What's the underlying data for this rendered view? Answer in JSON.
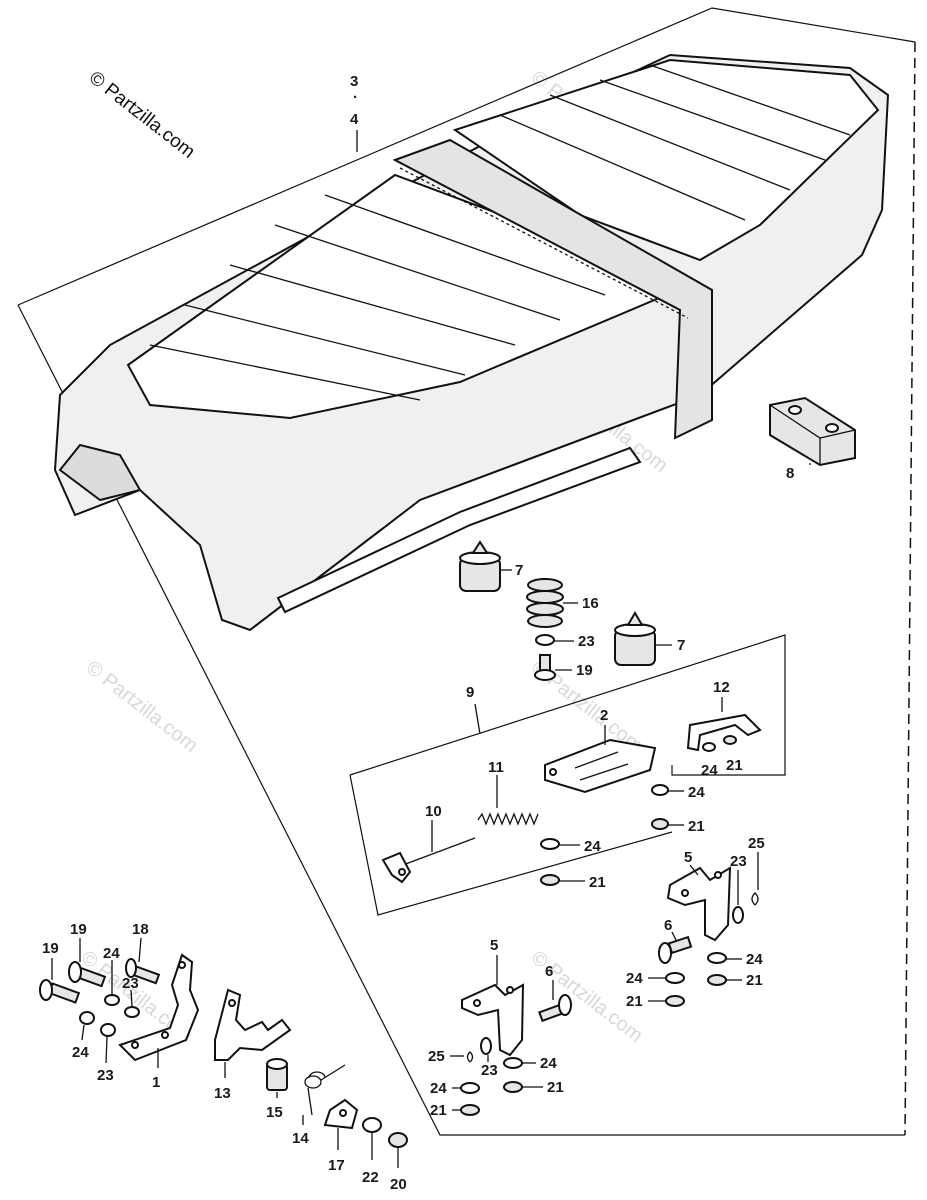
{
  "copyright": "© Partzilla.com",
  "watermark": "© Partzilla.com",
  "callouts": {
    "c34a": "3",
    "c34b": "·",
    "c34c": "4",
    "c8": "8",
    "c7a": "7",
    "c7b": "7",
    "c16": "16",
    "c23a": "23",
    "c19a": "19",
    "c9": "9",
    "c2": "2",
    "c12": "12",
    "c24a": "24",
    "c21a": "21",
    "c11": "11",
    "c10": "10",
    "c24b": "24",
    "c21b": "21",
    "c24c": "24",
    "c21c": "21",
    "c5a": "5",
    "c23b": "23",
    "c25a": "25",
    "c6a": "6",
    "c24d": "24",
    "c21d": "21",
    "c24e": "24",
    "c21e": "21",
    "c19b": "19",
    "c19c": "19",
    "c18": "18",
    "c24f": "24",
    "c23c": "23",
    "c24g": "24",
    "c23d": "23",
    "c1": "1",
    "c13": "13",
    "c15": "15",
    "c14": "14",
    "c17": "17",
    "c22": "22",
    "c20": "20",
    "c5b": "5",
    "c6b": "6",
    "c25b": "25",
    "c23e": "23",
    "c24h": "24",
    "c24i": "24",
    "c21f": "21",
    "c21g": "21"
  }
}
